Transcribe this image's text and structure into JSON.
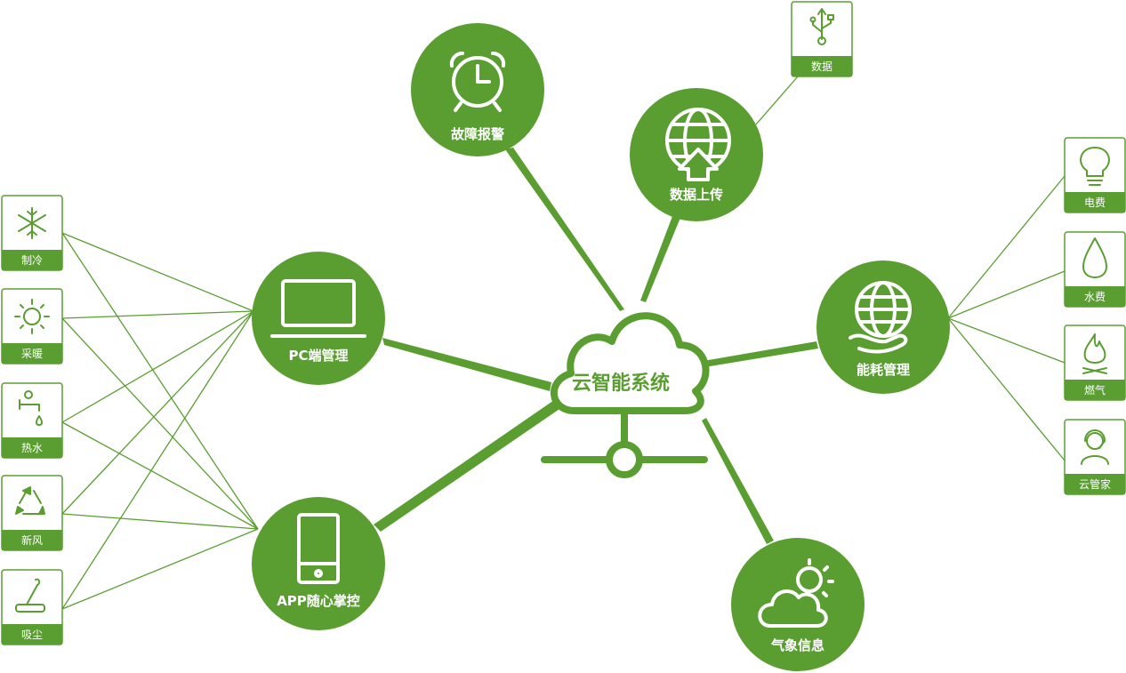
{
  "colors": {
    "accent": "#5a9e32",
    "background": "#ffffff"
  },
  "center": {
    "label": "云智能系统",
    "icon": "cloud-server-icon"
  },
  "hubs": {
    "fault_alarm": {
      "label": "故障报警",
      "icon": "alarm-clock-icon"
    },
    "data_upload": {
      "label": "数据上传",
      "icon": "globe-upload-icon"
    },
    "pc_manage": {
      "label": "PC端管理",
      "icon": "laptop-icon"
    },
    "app_control": {
      "label": "APP随心掌控",
      "icon": "phone-icon"
    },
    "energy_manage": {
      "label": "能耗管理",
      "icon": "globe-hand-icon"
    },
    "weather": {
      "label": "气象信息",
      "icon": "cloud-sun-icon"
    }
  },
  "left_items": [
    {
      "label": "制冷",
      "icon": "snowflake-icon"
    },
    {
      "label": "采暖",
      "icon": "sun-icon"
    },
    {
      "label": "热水",
      "icon": "faucet-icon"
    },
    {
      "label": "新风",
      "icon": "recycle-icon"
    },
    {
      "label": "吸尘",
      "icon": "vacuum-icon"
    }
  ],
  "right_items": [
    {
      "label": "电费",
      "icon": "bulb-icon"
    },
    {
      "label": "水费",
      "icon": "water-drop-icon"
    },
    {
      "label": "燃气",
      "icon": "flame-icon"
    },
    {
      "label": "云管家",
      "icon": "headset-agent-icon"
    }
  ],
  "top_item": {
    "label": "数据",
    "icon": "usb-icon"
  }
}
